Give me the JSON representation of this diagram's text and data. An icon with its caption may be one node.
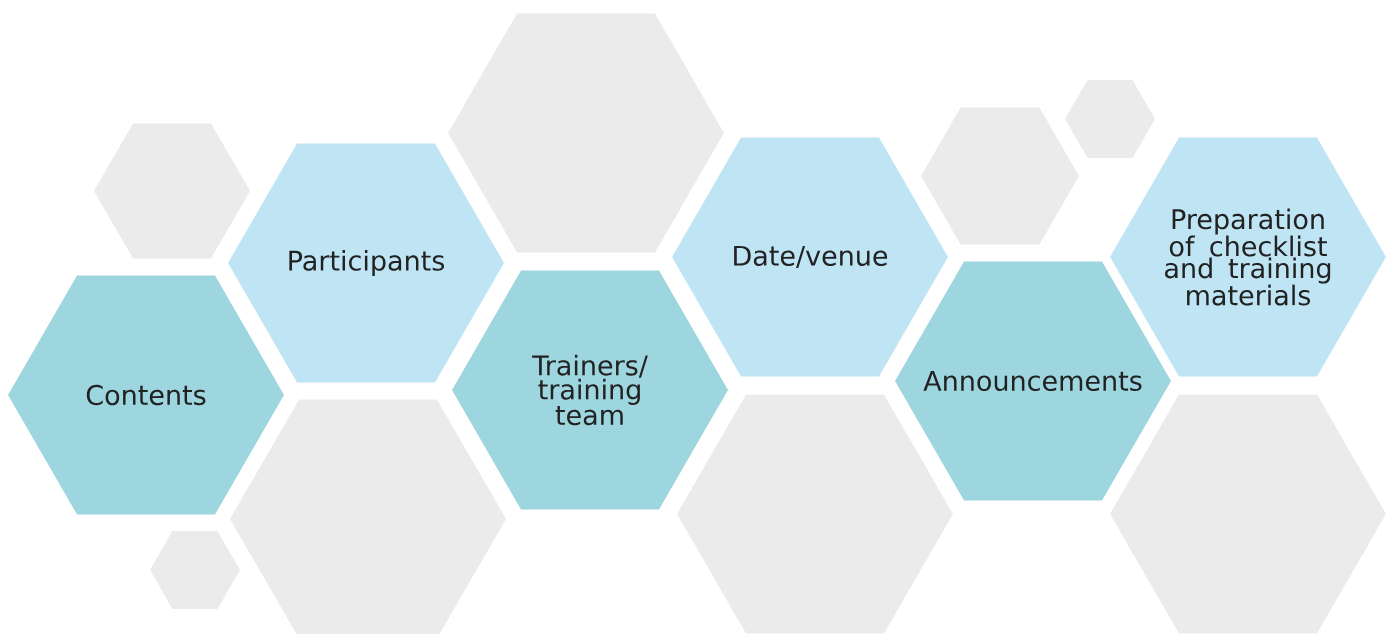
{
  "diagram": {
    "nodes": [
      {
        "text": [],
        "shape": "hexagon"
      },
      {
        "text": [
          "Contents"
        ]
      },
      {
        "text": [],
        "shape": "hexagon"
      },
      {
        "text": [
          "Participants"
        ]
      },
      {
        "text": [],
        "shape": "hexagon"
      },
      {
        "text": [],
        "shape": "hexagon"
      },
      {
        "text": [
          "Trainers/ training team"
        ]
      },
      {
        "text": [
          "Date/venue"
        ]
      },
      {
        "text": [],
        "shape": "hexagon"
      },
      {
        "text": [],
        "shape": "hexagon"
      },
      {
        "text": [
          "Announcements"
        ]
      },
      {
        "text": [],
        "shape": "hexagon"
      },
      {
        "text": [
          "Preparation of checklist and training materials"
        ]
      },
      {
        "text": [],
        "shape": "hexagon"
      }
    ]
  }
}
